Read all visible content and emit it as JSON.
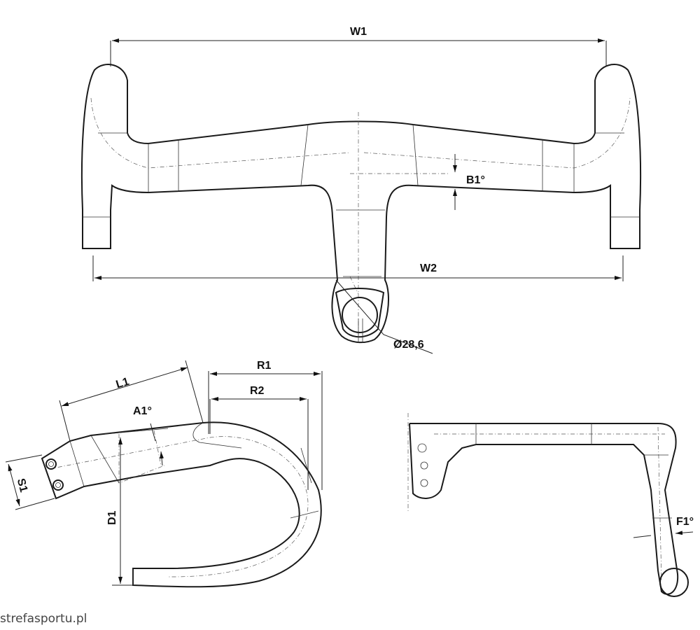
{
  "labels": {
    "w1": "W1",
    "w2": "W2",
    "b1": "B1°",
    "diameter": "Ø28,6",
    "l1": "L1",
    "r1": "R1",
    "r2": "R2",
    "a1": "A1°",
    "s1": "S1",
    "d1": "D1",
    "f1": "F1°"
  },
  "watermark": "strefasportu.pl"
}
